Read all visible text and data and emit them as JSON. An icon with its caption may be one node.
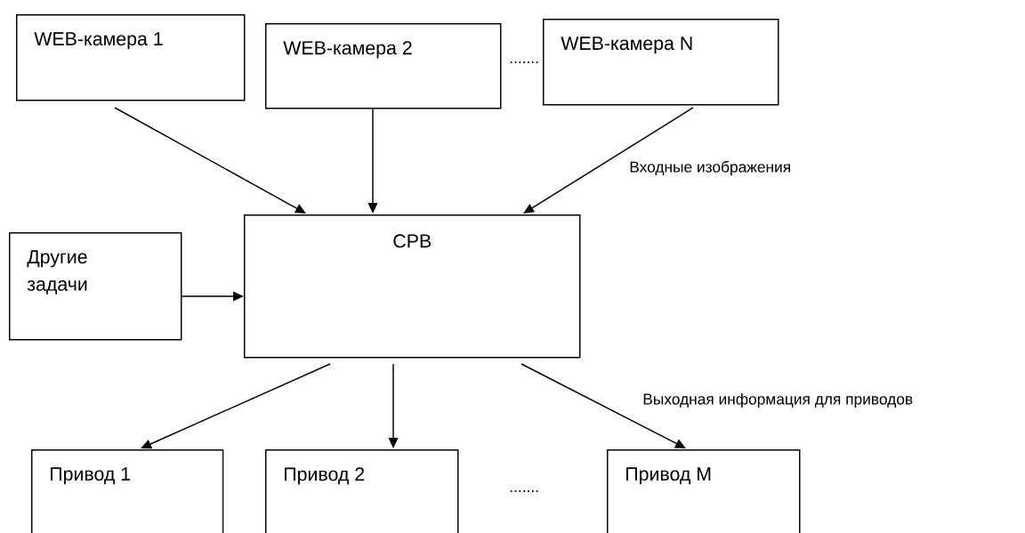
{
  "diagram": {
    "nodes": [
      {
        "text": [
          "WEB-камера  1"
        ]
      },
      {
        "text": [
          "WEB-камера  2"
        ]
      },
      {
        "text": [
          "WEB-камера  N"
        ]
      },
      {
        "text": [
          "Другие задачи"
        ]
      },
      {
        "text": [
          "СРВ"
        ]
      },
      {
        "text": [
          "Привод 1"
        ]
      },
      {
        "text": [
          "Привод 2"
        ]
      },
      {
        "text": [
          "Привод M"
        ]
      }
    ],
    "edges": [
      {
        "from": 0,
        "to": 4,
        "arrow": "to"
      },
      {
        "from": 1,
        "to": 4,
        "arrow": "to"
      },
      {
        "from": 2,
        "to": 4,
        "arrow": "to"
      },
      {
        "from": 3,
        "to": 4,
        "arrow": "to"
      },
      {
        "from": 4,
        "to": 5,
        "arrow": "to"
      },
      {
        "from": 4,
        "to": 6,
        "arrow": "to"
      },
      {
        "from": 4,
        "to": 7,
        "arrow": "to"
      }
    ],
    "labels": [
      ".......",
      "Входные изображения",
      "Выходная информация для приводов",
      "......."
    ]
  }
}
